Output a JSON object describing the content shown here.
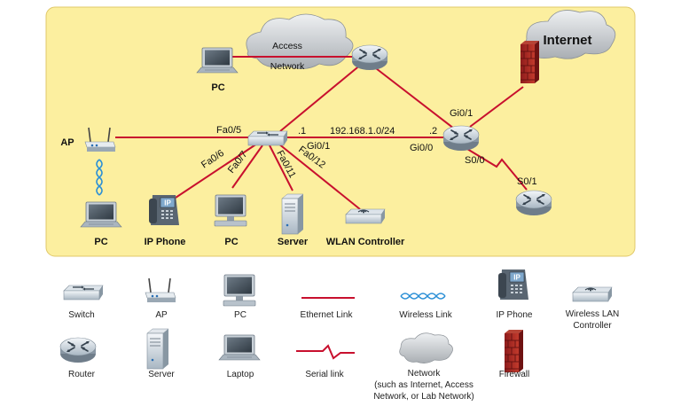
{
  "topology": {
    "clouds": {
      "access_network": [
        "Access",
        "Network"
      ],
      "internet": "Internet"
    },
    "devices": {
      "pc_top": "PC",
      "ap": "AP",
      "pc_left": "PC",
      "ip_phone": "IP Phone",
      "pc_mid": "PC",
      "server": "Server",
      "wlan_controller": "WLAN Controller"
    },
    "interfaces": {
      "fa0_5": "Fa0/5",
      "fa0_6": "Fa0/6",
      "fa0_7": "Fa0/7",
      "fa0_11": "Fa0/11",
      "fa0_12": "Fa0/12",
      "switch_gi0_1": "Gi0/1",
      "dot1": ".1",
      "subnet": "192.168.1.0/24",
      "dot2": ".2",
      "router_gi0_0": "Gi0/0",
      "router_gi0_1": "Gi0/1",
      "router_s0_0": "S0/0",
      "remote_s0_1": "S0/1"
    }
  },
  "legend": {
    "switch": "Switch",
    "ap": "AP",
    "pc": "PC",
    "ethernet_link": "Ethernet Link",
    "wireless_link": "Wireless Link",
    "ip_phone": "IP Phone",
    "wlc": [
      "Wireless LAN",
      "Controller"
    ],
    "router": "Router",
    "server": "Server",
    "laptop": "Laptop",
    "serial_link": "Serial link",
    "network": [
      "Network",
      "(such as Internet, Access",
      "Network, or Lab Network)"
    ],
    "firewall": "Firewall"
  },
  "colors": {
    "panel_fill": "#fcef9f",
    "panel_border": "#e0c86a",
    "link_red": "#c8102e",
    "wireless_blue": "#2a8fd6"
  }
}
